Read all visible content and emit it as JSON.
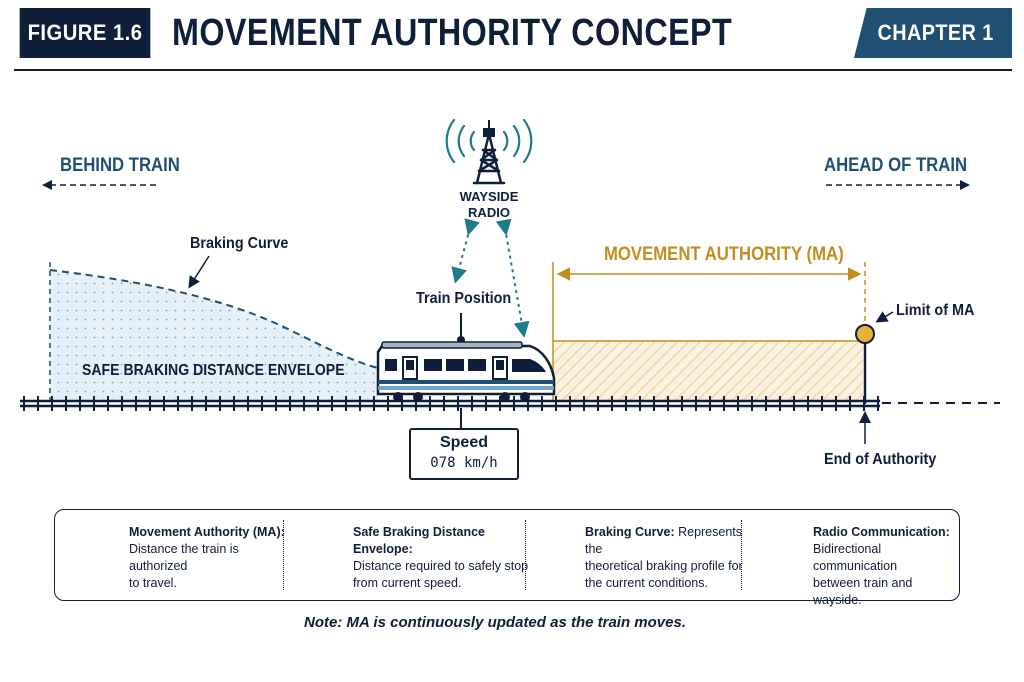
{
  "header": {
    "figure_label": "FIGURE 1.6",
    "title": "MOVEMENT AUTHORITY CONCEPT",
    "chapter_label": "CHAPTER 1"
  },
  "diagram": {
    "behind_label": "BEHIND TRAIN",
    "ahead_label": "AHEAD OF TRAIN",
    "radio_label_line1": "WAYSIDE",
    "radio_label_line2": "RADIO",
    "braking_curve_label": "Braking Curve",
    "train_position_label": "Train Position",
    "ma_label": "MOVEMENT AUTHORITY (MA)",
    "limit_label": "Limit of MA",
    "envelope_label": "SAFE BRAKING DISTANCE  ENVELOPE",
    "end_label": "End of Authority",
    "speed_title": "Speed",
    "speed_value": "078 km/h"
  },
  "legend": {
    "ma_title": "Movement Authority (MA):",
    "ma_desc_1": "Distance the train is authorized",
    "ma_desc_2": "to travel.",
    "env_title": "Safe Braking Distance Envelope:",
    "env_desc_1": "Distance required to safely stop",
    "env_desc_2": "from current speed.",
    "curve_title": "Braking Curve:",
    "curve_desc_1": "Represents the",
    "curve_desc_2": "theoretical braking profile for",
    "curve_desc_3": "the current conditions.",
    "radio_title": "Radio Communication:",
    "radio_desc_1": "Bidirectional communication",
    "radio_desc_2": "between train and wayside."
  },
  "note": "Note: MA is continuously updated as the train moves.",
  "colors": {
    "navy": "#0f1f3a",
    "steel_blue": "#1f4f73",
    "teal": "#1f7a8c",
    "gold": "#c38d1f",
    "envelope_fill": "#e6f0f8",
    "ma_fill": "#fbf1de"
  }
}
